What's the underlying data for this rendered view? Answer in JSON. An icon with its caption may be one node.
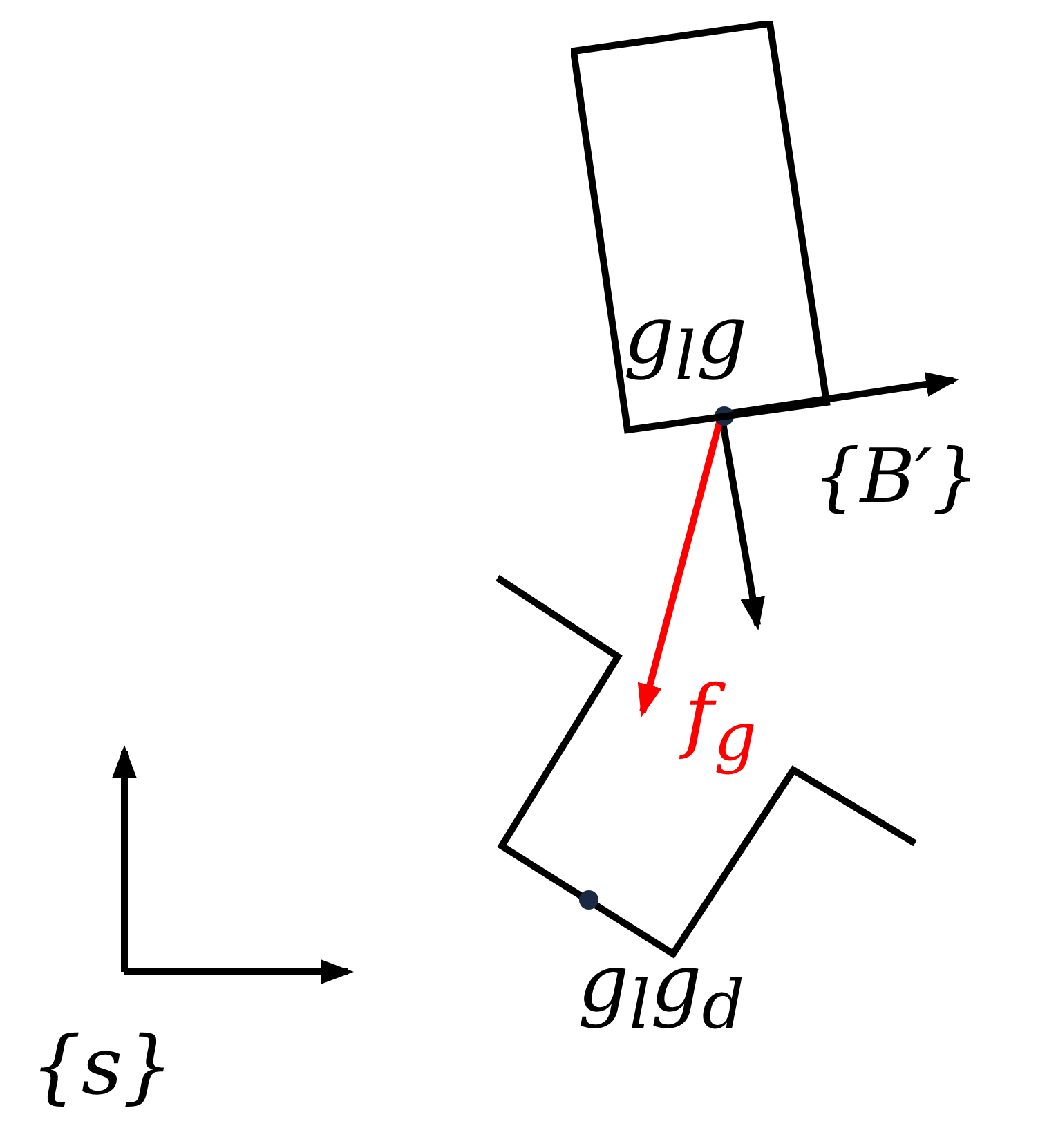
{
  "diagram": {
    "nodes": [
      {
        "text": [
          "g$_{l}$g"
        ]
      }
    ],
    "labels": [
      "{B′}",
      "f$_{g}$",
      "g$_{l}$g$_{d}$",
      "{s}"
    ]
  }
}
